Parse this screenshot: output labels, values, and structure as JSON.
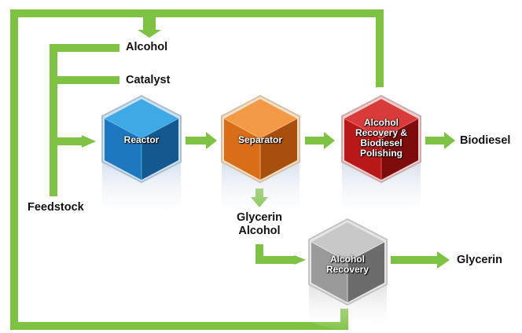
{
  "inputs": {
    "alcohol": "Alcohol",
    "catalyst": "Catalyst",
    "feedstock": "Feedstock"
  },
  "nodes": {
    "reactor": {
      "label": "Reactor",
      "color": "#1f7fc0"
    },
    "separator": {
      "label": "Separator",
      "color": "#e07a1e"
    },
    "alcohol_recovery_polishing": {
      "line1": "Alcohol",
      "line2": "Recovery &",
      "line3": "Biodiesel",
      "line4": "Polishing",
      "color": "#b81a1a"
    },
    "alcohol_recovery": {
      "line1": "Alcohol",
      "line2": "Recovery",
      "color": "#9a9a9a"
    }
  },
  "outputs": {
    "biodiesel": "Biodiesel",
    "glycerin_alcohol_line1": "Glycerin",
    "glycerin_alcohol_line2": "Alcohol",
    "glycerin": "Glycerin"
  },
  "colors": {
    "flow": "#7dc242"
  }
}
